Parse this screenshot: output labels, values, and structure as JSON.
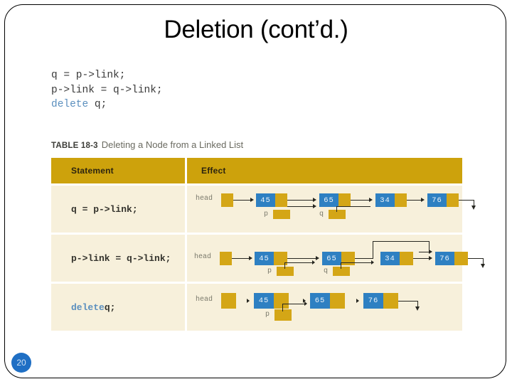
{
  "slide": {
    "title": "Deletion (cont’d.)",
    "number": "20"
  },
  "code_block": {
    "line1": "q = p->link;",
    "line2": "p->link = q->link;",
    "line3_keyword": "delete",
    "line3_rest": " q;"
  },
  "table": {
    "caption_number": "TABLE 18-3",
    "caption_text": "Deleting a Node from a Linked List",
    "headers": [
      "Statement",
      "Effect"
    ],
    "rows": [
      {
        "statement": "q = p->link;",
        "statement_keyword": "",
        "statement_rest": "",
        "diagram": {
          "head_label": "head",
          "p_label": "p",
          "q_label": "q",
          "values": [
            "45",
            "65",
            "34",
            "76"
          ]
        }
      },
      {
        "statement": "p->link = q->link;",
        "statement_keyword": "",
        "statement_rest": "",
        "diagram": {
          "head_label": "head",
          "p_label": "p",
          "q_label": "q",
          "values": [
            "45",
            "65",
            "34",
            "76"
          ]
        }
      },
      {
        "statement": "delete q;",
        "statement_keyword": "delete",
        "statement_rest": " q;",
        "diagram": {
          "head_label": "head",
          "p_label": "p",
          "q_label": "",
          "values": [
            "45",
            "65",
            "76"
          ]
        }
      }
    ]
  },
  "colors": {
    "header_gold": "#CDA20C",
    "cell_cream": "#F7F0DB",
    "node_blue": "#2E80C2",
    "link_gold": "#D4A616",
    "keyword_blue": "#5b8fbe",
    "slide_num_blue": "#1F6FC4"
  }
}
